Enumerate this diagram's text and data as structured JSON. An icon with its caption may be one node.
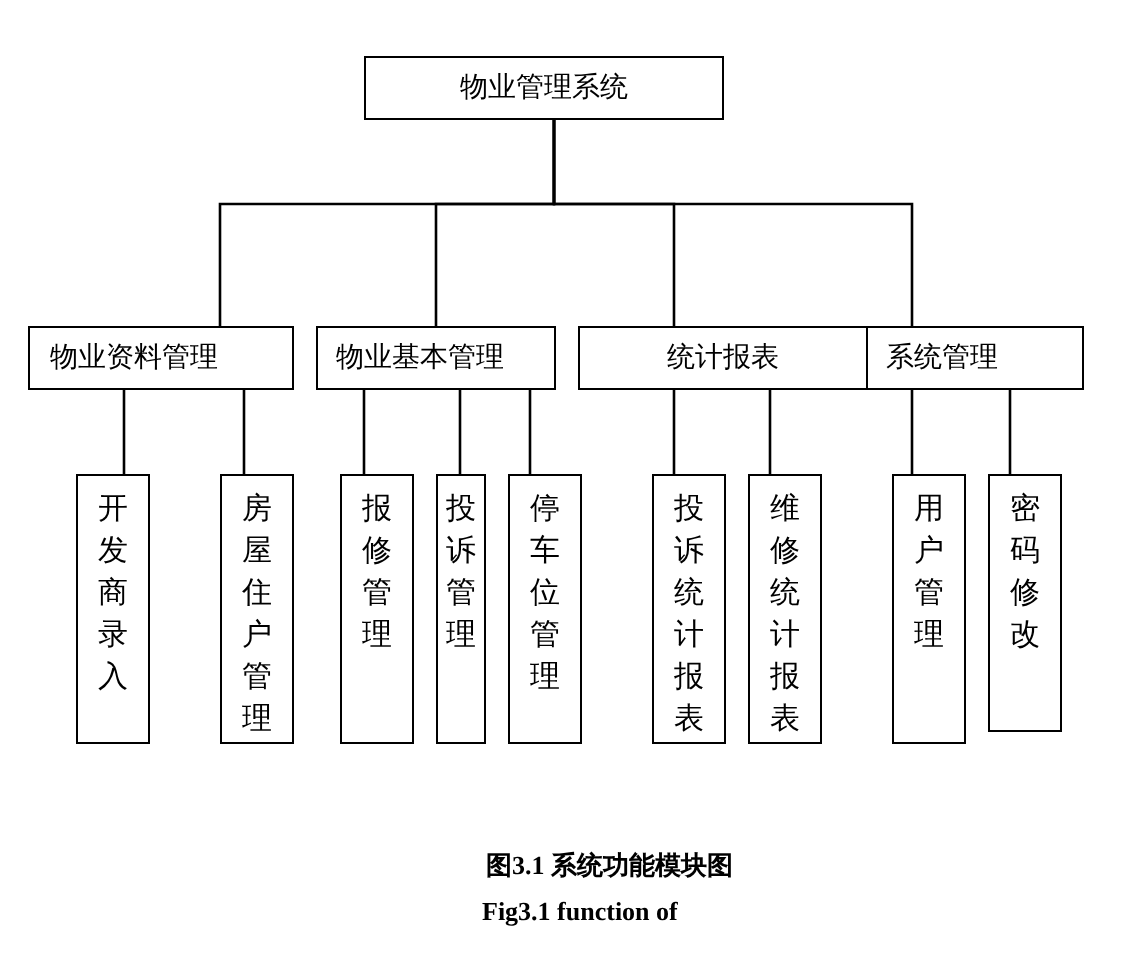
{
  "diagram": {
    "caption": "图3.1 系统功能模块图",
    "nodes": [
      {
        "text": [
          "物业管理系统"
        ]
      },
      {
        "text": [
          "物业资料管理"
        ]
      },
      {
        "text": [
          "物业基本管理"
        ]
      },
      {
        "text": [
          "统计报表"
        ]
      },
      {
        "text": [
          "系统管理"
        ]
      },
      {
        "text": [
          "开发商录入"
        ]
      },
      {
        "text": [
          "房屋住户管理"
        ]
      },
      {
        "text": [
          "报修管理"
        ]
      },
      {
        "text": [
          "投诉管理"
        ]
      },
      {
        "text": [
          "停车位管理"
        ]
      },
      {
        "text": [
          "投诉统计报表"
        ]
      },
      {
        "text": [
          "维修统计报表"
        ]
      },
      {
        "text": [
          "用户管理"
        ]
      },
      {
        "text": [
          "密码修改"
        ]
      }
    ],
    "edges": [
      {
        "from": 0,
        "to": 1,
        "arrow": "none"
      },
      {
        "from": 0,
        "to": 2,
        "arrow": "none"
      },
      {
        "from": 0,
        "to": 3,
        "arrow": "none"
      },
      {
        "from": 0,
        "to": 4,
        "arrow": "none"
      },
      {
        "from": 1,
        "to": 5,
        "arrow": "none"
      },
      {
        "from": 1,
        "to": 6,
        "arrow": "none"
      },
      {
        "from": 2,
        "to": 7,
        "arrow": "none"
      },
      {
        "from": 2,
        "to": 8,
        "arrow": "none"
      },
      {
        "from": 2,
        "to": 9,
        "arrow": "none"
      },
      {
        "from": 3,
        "to": 10,
        "arrow": "none"
      },
      {
        "from": 3,
        "to": 11,
        "arrow": "none"
      },
      {
        "from": 4,
        "to": 12,
        "arrow": "none"
      },
      {
        "from": 4,
        "to": 13,
        "arrow": "none"
      }
    ],
    "labels": [
      "Fig3.1 function of"
    ]
  }
}
